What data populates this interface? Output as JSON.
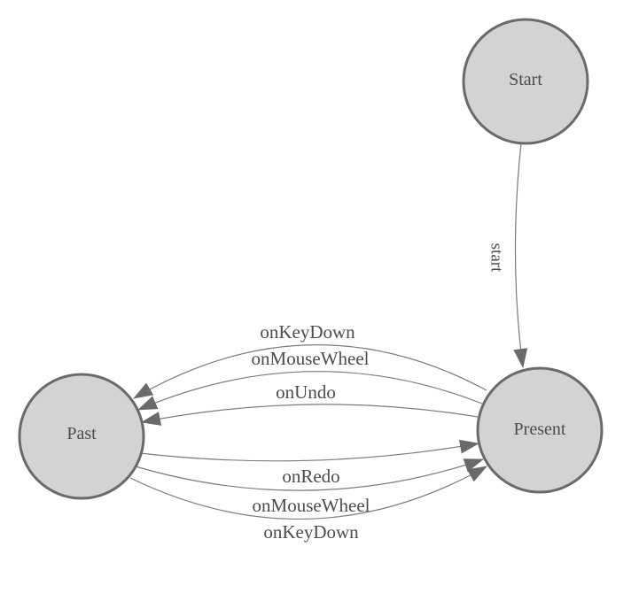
{
  "diagram": {
    "type": "state-machine",
    "nodes": [
      {
        "id": "start",
        "label": "Start"
      },
      {
        "id": "present",
        "label": "Present"
      },
      {
        "id": "past",
        "label": "Past"
      }
    ],
    "edges": [
      {
        "from": "start",
        "to": "present",
        "label": "start"
      },
      {
        "from": "present",
        "to": "past",
        "label": "onKeyDown"
      },
      {
        "from": "present",
        "to": "past",
        "label": "onMouseWheel"
      },
      {
        "from": "present",
        "to": "past",
        "label": "onUndo"
      },
      {
        "from": "past",
        "to": "present",
        "label": "onRedo"
      },
      {
        "from": "past",
        "to": "present",
        "label": "onMouseWheel"
      },
      {
        "from": "past",
        "to": "present",
        "label": "onKeyDown"
      }
    ],
    "colors": {
      "background": "#ffffff",
      "node_fill": "#d3d3d3",
      "node_stroke": "#6a6a6a",
      "edge_stroke": "#7b7b7b",
      "arrow_fill": "#6a6a6a",
      "label_text": "#4c4c4e"
    }
  }
}
